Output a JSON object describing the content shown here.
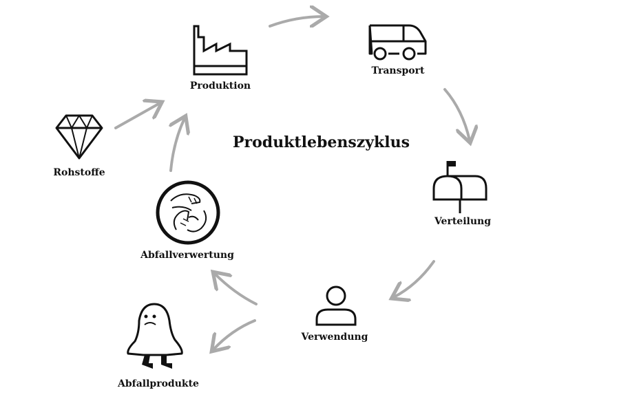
{
  "diagram": {
    "title": "Produktlebenszyklus",
    "nodes": [
      {
        "id": "produktion",
        "label": "Produktion",
        "icon": "factory-icon"
      },
      {
        "id": "transport",
        "label": "Transport",
        "icon": "van-icon"
      },
      {
        "id": "verteilung",
        "label": "Verteilung",
        "icon": "mailbox-icon"
      },
      {
        "id": "verwendung",
        "label": "Verwendung",
        "icon": "user-icon"
      },
      {
        "id": "abfallprodukte",
        "label": "Abfallprodukte",
        "icon": "ghost-icon"
      },
      {
        "id": "abfallverwertung",
        "label": "Abfallverwertung",
        "icon": "recycling-hands-icon"
      },
      {
        "id": "rohstoffe",
        "label": "Rohstoffe",
        "icon": "diamond-icon"
      }
    ],
    "edges": [
      {
        "from": "produktion",
        "to": "transport"
      },
      {
        "from": "transport",
        "to": "verteilung"
      },
      {
        "from": "verteilung",
        "to": "verwendung"
      },
      {
        "from": "verwendung",
        "to": "abfallverwertung"
      },
      {
        "from": "verwendung",
        "to": "abfallprodukte"
      },
      {
        "from": "abfallverwertung",
        "to": "produktion"
      },
      {
        "from": "rohstoffe",
        "to": "produktion"
      }
    ],
    "arrow_color": "#aaaaaa",
    "icon_color": "#111111"
  }
}
